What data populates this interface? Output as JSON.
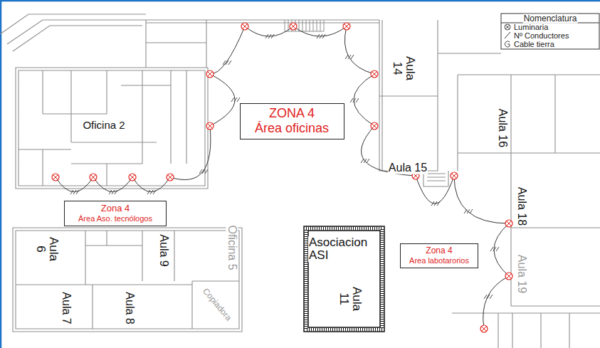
{
  "diagram": {
    "nodes": [
      {
        "text": [
          "ZONA 4",
          "Área oficinas"
        ]
      },
      {
        "text": [
          "Zona 4",
          "Área Aso. tecnólogos"
        ]
      },
      {
        "text": [
          "Zona 4",
          "Area labotarorios"
        ]
      }
    ],
    "labels": [
      "Nomenclatura",
      "Oficina 2",
      "Aula 14",
      "Aula 16",
      "Aula 15",
      "Aula 18",
      "Aula 6",
      "Aula 9",
      "Oficina 5",
      "Asociacion ASI",
      "Aula 11",
      "Aula 19",
      "Aula 7",
      "Aula 8",
      "Copiadora"
    ],
    "legend": [
      {
        "text": "Luminaria"
      },
      {
        "text": "Nº Conductores"
      },
      {
        "text": "Cable tierra"
      }
    ]
  }
}
